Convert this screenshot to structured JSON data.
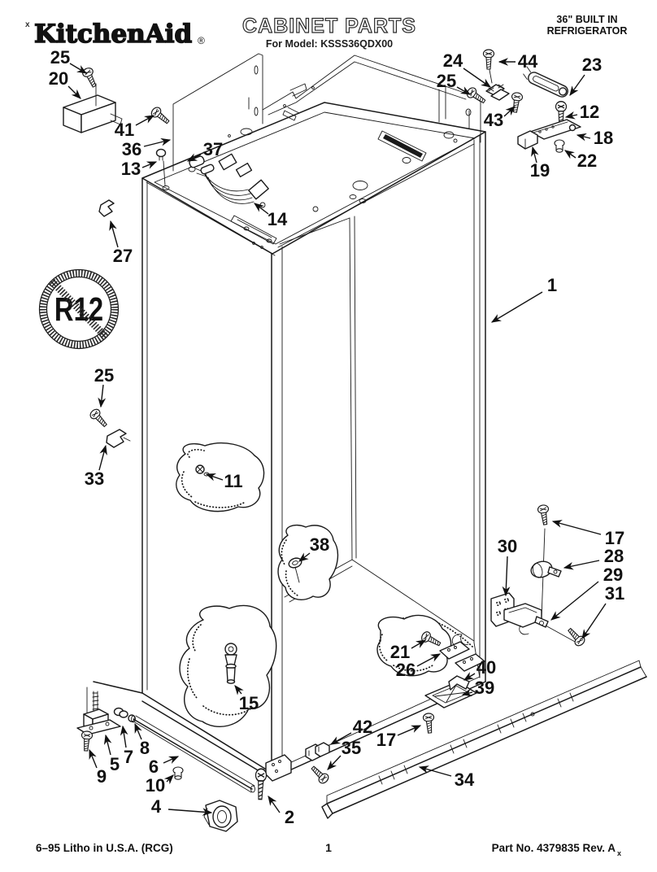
{
  "artifacts": {
    "topleft_mark": "x"
  },
  "header": {
    "brand": "KitchenAid",
    "brand_reg": "®",
    "title": "CABINET PARTS",
    "model_line": "For Model: KSSS36QDX00",
    "corner_line1": "36\" BUILT IN",
    "corner_line2": "REFRIGERATOR"
  },
  "diagram": {
    "no_refrigerant_label": "R12",
    "callouts": [
      {
        "label": "25"
      },
      {
        "label": "20"
      },
      {
        "label": "41"
      },
      {
        "label": "36"
      },
      {
        "label": "13"
      },
      {
        "label": "37"
      },
      {
        "label": "14"
      },
      {
        "label": "27"
      },
      {
        "label": "24"
      },
      {
        "label": "44"
      },
      {
        "label": "23"
      },
      {
        "label": "25"
      },
      {
        "label": "43"
      },
      {
        "label": "12"
      },
      {
        "label": "18"
      },
      {
        "label": "19"
      },
      {
        "label": "22"
      },
      {
        "label": "1"
      },
      {
        "label": "25"
      },
      {
        "label": "33"
      },
      {
        "label": "11"
      },
      {
        "label": "38"
      },
      {
        "label": "30"
      },
      {
        "label": "17"
      },
      {
        "label": "28"
      },
      {
        "label": "29"
      },
      {
        "label": "31"
      },
      {
        "label": "21"
      },
      {
        "label": "26"
      },
      {
        "label": "40"
      },
      {
        "label": "39"
      },
      {
        "label": "42"
      },
      {
        "label": "35"
      },
      {
        "label": "17"
      },
      {
        "label": "34"
      },
      {
        "label": "15"
      },
      {
        "label": "9"
      },
      {
        "label": "5"
      },
      {
        "label": "7"
      },
      {
        "label": "8"
      },
      {
        "label": "6"
      },
      {
        "label": "10"
      },
      {
        "label": "4"
      },
      {
        "label": "2"
      }
    ]
  },
  "footer": {
    "left": "6–95 Litho in U.S.A. (RCG)",
    "center_page": "1",
    "right": "Part No. 4379835 Rev. A",
    "right_subscript": "x"
  }
}
